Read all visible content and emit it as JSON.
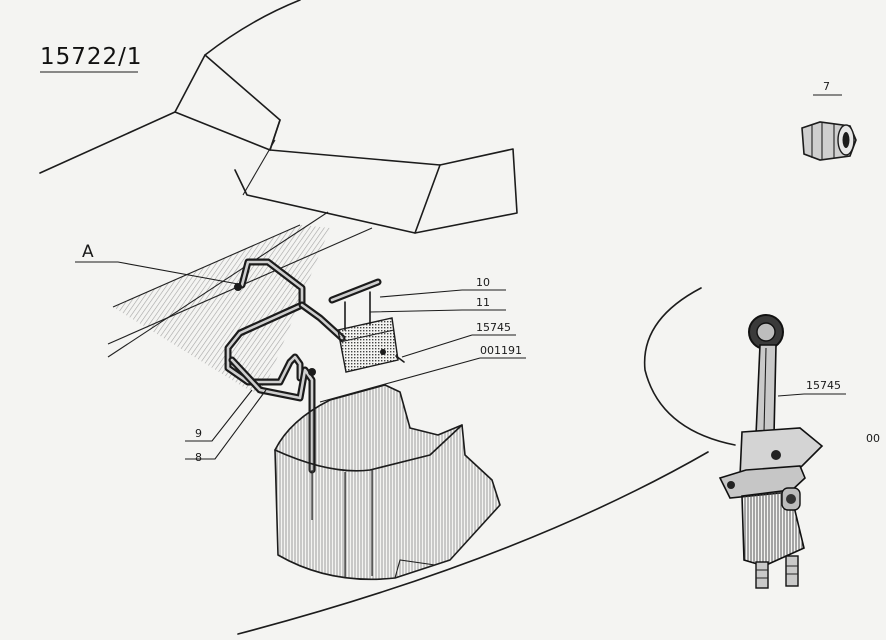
{
  "sheet": {
    "number": "15722/1"
  },
  "callouts": {
    "a": "A",
    "p10": "10",
    "p11": "11",
    "p15745": "15745",
    "p001191": "001191",
    "p9": "9",
    "p8": "8",
    "p7": "7",
    "p15745_detail": "15745",
    "p00_edge": "00"
  }
}
